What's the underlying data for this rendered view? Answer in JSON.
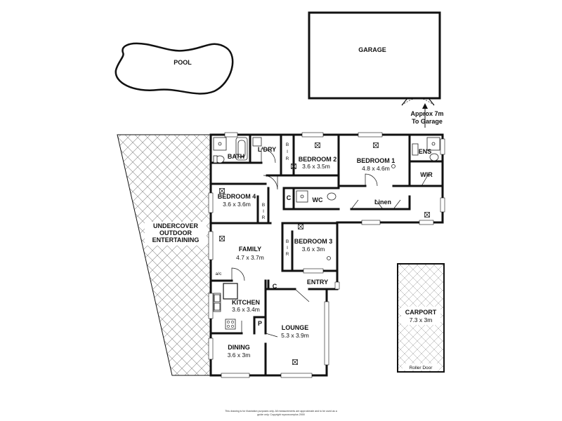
{
  "rooms": {
    "pool": {
      "name": "POOL"
    },
    "garage": {
      "name": "GARAGE"
    },
    "garage_note": {
      "line1": "Approx 7m",
      "line2": "To Garage"
    },
    "undercover": {
      "line1": "UNDERCOVER",
      "line2": "OUTDOOR",
      "line3": "ENTERTAINING"
    },
    "bath": {
      "name": "BATH"
    },
    "laundry": {
      "name": "L'DRY"
    },
    "bedroom2": {
      "name": "BEDROOM 2",
      "size": "3.6 x 3.5m"
    },
    "bedroom1": {
      "name": "BEDROOM 1",
      "size": "4.8 x 4.6m"
    },
    "ensuite": {
      "name": "ENS"
    },
    "wir": {
      "name": "WIR"
    },
    "bedroom4": {
      "name": "BEDROOM 4",
      "size": "3.6 x 3.6m"
    },
    "wc": {
      "name": "WC"
    },
    "linen": {
      "name": "Linen"
    },
    "family": {
      "name": "FAMILY",
      "size": "4.7 x 3.7m"
    },
    "bedroom3": {
      "name": "BEDROOM 3",
      "size": "3.6 x 3m"
    },
    "entry": {
      "name": "ENTRY"
    },
    "kitchen": {
      "name": "KITCHEN",
      "size": "3.6 x 3.4m"
    },
    "lounge": {
      "name": "LOUNGE",
      "size": "5.3 x 3.9m"
    },
    "dining": {
      "name": "DINING",
      "size": "3.6 x 3m"
    },
    "carport": {
      "name": "CARPORT",
      "size": "7.3 x 3m"
    },
    "roller_door": {
      "name": "Roller Door"
    }
  },
  "marks": {
    "bir": [
      "B",
      "I",
      "R"
    ],
    "cupboard": "C",
    "pantry": "P",
    "aircon": "a/c"
  },
  "disclaimer": {
    "line1": "This drawing is for illustration purposes only. All measurements are approximate and to be used as a",
    "line2": "guide only. Copyright roycoxcomplus 2000"
  }
}
